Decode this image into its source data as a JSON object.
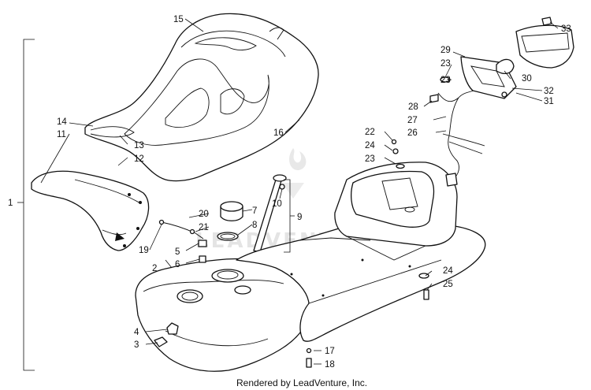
{
  "diagram": {
    "callouts": [
      "1",
      "2",
      "3",
      "4",
      "5",
      "6",
      "7",
      "8",
      "9",
      "10",
      "11",
      "12",
      "13",
      "14",
      "15",
      "16",
      "17",
      "18",
      "19",
      "20",
      "21",
      "22",
      "23",
      "23",
      "24",
      "24",
      "25",
      "26",
      "27",
      "28",
      "29",
      "23",
      "30",
      "31",
      "32",
      "33"
    ],
    "watermark": "LEADVENTURE",
    "footer": "Rendered by LeadVenture, Inc."
  }
}
